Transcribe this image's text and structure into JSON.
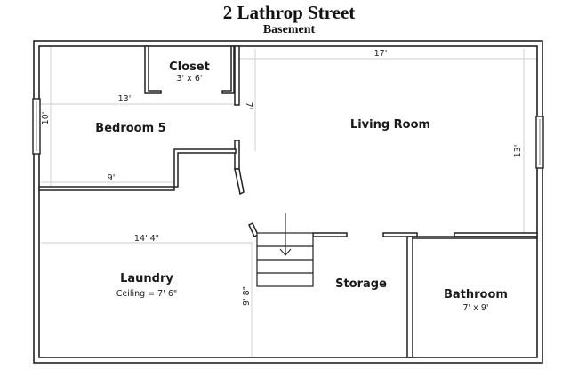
{
  "header": {
    "title": "2 Lathrop Street",
    "subtitle": "Basement"
  },
  "rooms": {
    "closet": {
      "name": "Closet",
      "size": "3' x 6'"
    },
    "bedroom": {
      "name": "Bedroom 5",
      "dim_top": "13'",
      "dim_bottom": "9'",
      "dim_side": "10'"
    },
    "living": {
      "name": "Living Room",
      "dim_top": "17'",
      "dim_side": "13'",
      "dim_left": "7'"
    },
    "laundry": {
      "name": "Laundry",
      "note": "Ceiling = 7' 6\"",
      "dim_top": "14' 4\"",
      "dim_side": "9' 8\""
    },
    "storage": {
      "name": "Storage"
    },
    "bathroom": {
      "name": "Bathroom",
      "size": "7' x 9'"
    }
  },
  "colors": {
    "wall": "#222222",
    "dimension_line": "#d8d8d8",
    "background": "#ffffff"
  }
}
